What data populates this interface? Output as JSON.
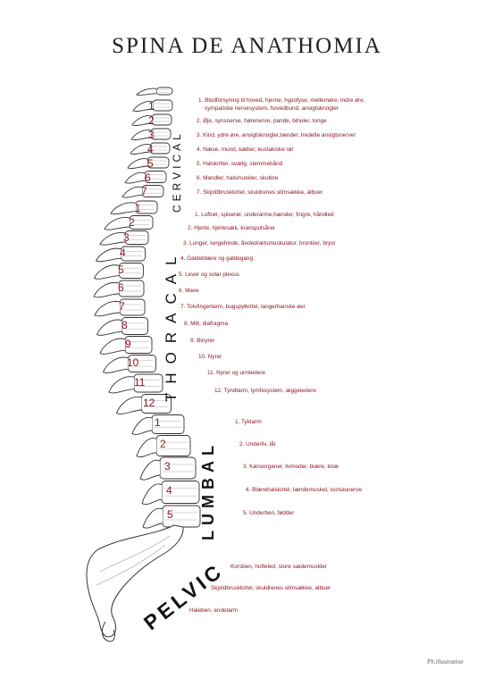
{
  "title": "SPINA DE ANATHOMIA",
  "regions": {
    "cervical": "CERVICAL",
    "thoracal": "THORACAL",
    "lumbal": "LUMBAL",
    "pelvic": "PELVIC"
  },
  "cervical": {
    "numbers": [
      "1",
      "2",
      "3",
      "4",
      "5",
      "6",
      "7"
    ],
    "notes": [
      "1.  Blodforsyning til hoved, hjerne, hypofyse, mellemøre, indre øre,",
      "sympatiske nervesystem, hovedbund, ansigtsknogler",
      "2.  Øje, synsnerve, hørenerve, pande, bihuler, tunge",
      "3.  Kind, ydre øre, ansigtsknogler,tænder, tredelte ansigtsnerver",
      "4.  Næse, mund, kæber, eustakiske rør",
      "5.  Halskirtler, svælg, stemmebånd",
      "6.  Mandler, halsmuskler, skuldre",
      "7.  Skjoldbruskkirtel, skuldrenes slimsække, albuer"
    ]
  },
  "thoracal": {
    "numbers": [
      "1",
      "2",
      "3",
      "4",
      "5",
      "6",
      "7",
      "8",
      "9",
      "10",
      "11",
      "12"
    ],
    "notes": [
      "1.  Luftrør, spiserør, underarme,hænder, fingre, håndled",
      "2.  Hjerte, hjertesæk, kranspulsårer",
      "3.  Lunger, lungehinde, åndedrætsmuskulatur, bronkier, bryst",
      "4.  Galdeblære og galdegang",
      "5.  Lever og solar plexus",
      "6.  Mave",
      "7.  Tolvfingertarm, bugspytkirtel, langerhanske øer",
      "8.  Milt, diafragma",
      "9.  Binyrer",
      "10.  Nyrer",
      "11.  Nyrer og urinledere",
      "12.  Tyndtarm, lymfesystem, æggeledere"
    ]
  },
  "lumbal": {
    "numbers": [
      "1",
      "2",
      "3",
      "4",
      "5"
    ],
    "notes": [
      "1.  Tyktarm",
      "2.  Underliv, lår",
      "3.  Kønsorganer, livmoder, blære, knæ",
      "4.  Blærehalskirtel, lændemuskel, ischiasnerve",
      "5.  Underben, fødder"
    ]
  },
  "pelvic": {
    "notes": [
      "Korsben, hofteled, store sædemuskler",
      "Skjoldbruskkirtel, skuldrenes slimsække, albuer",
      "Haleben, endetarm"
    ]
  },
  "signature": "Ph.illustration",
  "colors": {
    "accent": "#8b1a22",
    "ink": "#222222"
  }
}
